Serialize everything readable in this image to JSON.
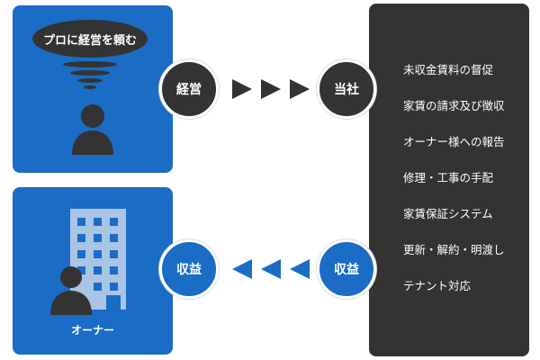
{
  "top_panel": {
    "bubble_text": "プロに経営を頼む"
  },
  "bottom_panel": {
    "label": "オーナー"
  },
  "management_circle": {
    "label": "経営"
  },
  "company_circle": {
    "label": "当社"
  },
  "profit_left_circle": {
    "label": "収益"
  },
  "profit_right_circle": {
    "label": "収益"
  },
  "services": [
    "未収金賃料の督促",
    "家賃の請求及び徴収",
    "オーナー様への報告",
    "修理・工事の手配",
    "家賃保証システム",
    "更新・解約・明渡し",
    "テナント対応"
  ],
  "colors": {
    "blue": "#1a6cc4",
    "dark": "#333333",
    "building": "#a9c4e4"
  },
  "icons": [
    "person-icon",
    "building-icon",
    "arrow-right-icon",
    "arrow-left-icon"
  ]
}
